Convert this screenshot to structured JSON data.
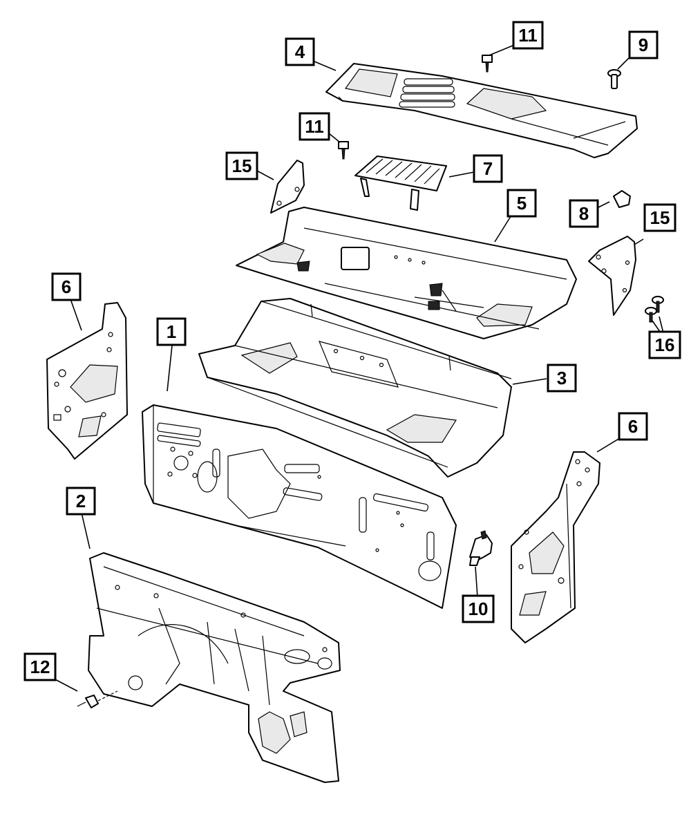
{
  "callouts": [
    {
      "id": "c4",
      "label": "4"
    },
    {
      "id": "c11a",
      "label": "11"
    },
    {
      "id": "c9",
      "label": "9"
    },
    {
      "id": "c11b",
      "label": "11"
    },
    {
      "id": "c15a",
      "label": "15"
    },
    {
      "id": "c7",
      "label": "7"
    },
    {
      "id": "c5",
      "label": "5"
    },
    {
      "id": "c8",
      "label": "8"
    },
    {
      "id": "c15b",
      "label": "15"
    },
    {
      "id": "c6a",
      "label": "6"
    },
    {
      "id": "c1",
      "label": "1"
    },
    {
      "id": "c3",
      "label": "3"
    },
    {
      "id": "c16",
      "label": "16"
    },
    {
      "id": "c6b",
      "label": "6"
    },
    {
      "id": "c2",
      "label": "2"
    },
    {
      "id": "c10",
      "label": "10"
    },
    {
      "id": "c12",
      "label": "12"
    }
  ],
  "colors": {
    "line": "#000000",
    "background": "#ffffff",
    "shade": "#e9e9e9"
  }
}
